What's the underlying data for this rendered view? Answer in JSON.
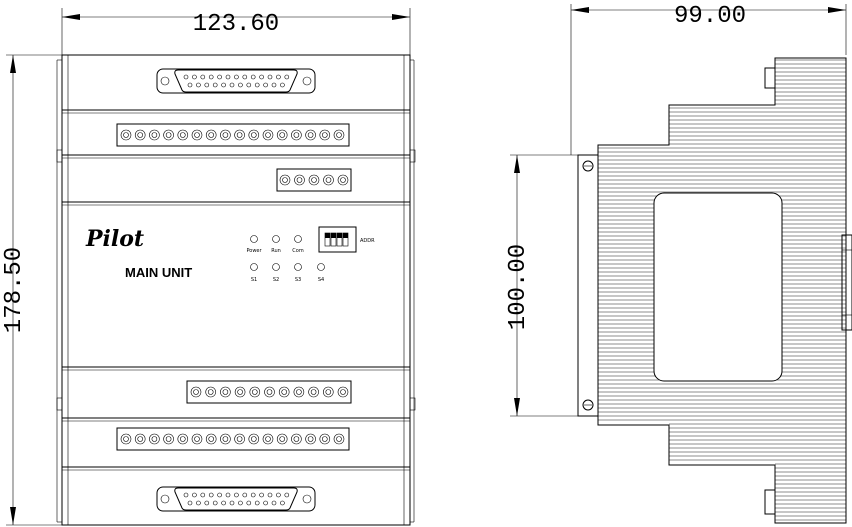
{
  "dimensions": {
    "front_width": "123.60",
    "front_height": "178.50",
    "side_width": "99.00",
    "side_height": "100.00"
  },
  "front": {
    "logo": "Pilot",
    "title": "MAIN UNIT",
    "top_led_labels": [
      "Power",
      "Run",
      "Com"
    ],
    "bottom_led_labels": [
      "S1",
      "S2",
      "S3",
      "S4"
    ],
    "dip_label": "ADDR"
  }
}
